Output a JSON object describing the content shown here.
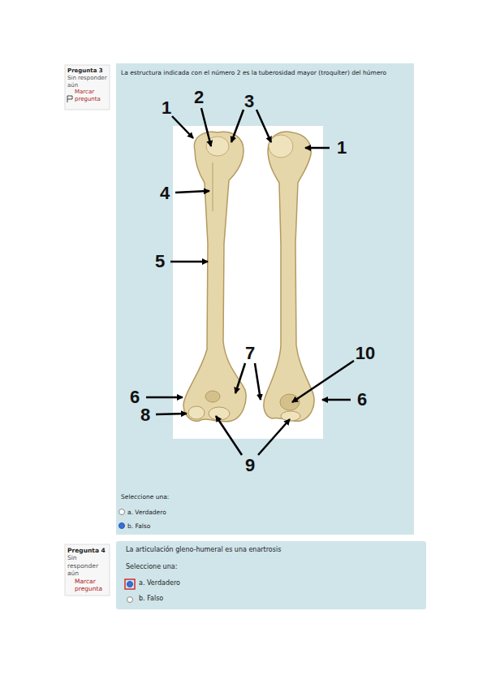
{
  "diagram": {
    "nodes": [
      {
        "text": [
          "Pregunta 3",
          "Sin responder aún",
          "Marcar pregunta"
        ]
      },
      {
        "text": [
          "La estructura indicada con el número 2 es la tuberosidad mayor (troquíter) del húmero",
          "Seleccione una:",
          "a. Verdadero",
          "b. Falso"
        ]
      },
      {
        "text": [
          "Pregunta 4",
          "Sin responder aún",
          "Marcar pregunta"
        ]
      },
      {
        "text": [
          "La articulación gleno-humeral es una enartrosis",
          "Seleccione una:",
          "a. Verdadero",
          "b. Falso"
        ]
      }
    ],
    "labels": [
      "1",
      "2",
      "3",
      "1",
      "4",
      "5",
      "7",
      "10",
      "6",
      "8",
      "6",
      "9"
    ]
  }
}
